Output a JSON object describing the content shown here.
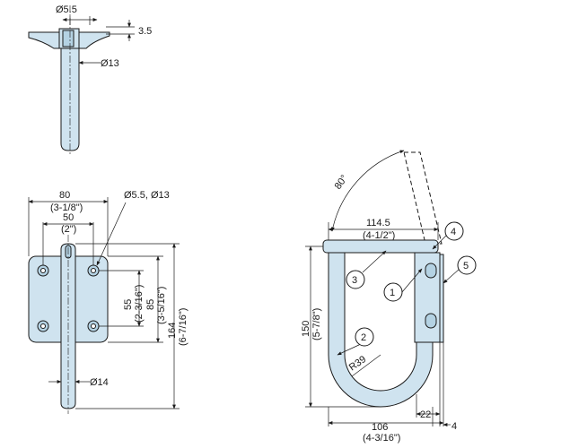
{
  "top_view": {
    "hole_diameter": "Ø5.5",
    "flange_thickness": "3.5",
    "pin_diameter": "Ø13"
  },
  "front_view": {
    "width_mm": "80",
    "width_in": "(3-1/8\")",
    "hole_pitch_mm": "50",
    "hole_pitch_in": "(2\")",
    "hole_spec": "Ø5.5,  Ø13",
    "vert_pitch_mm": "55",
    "vert_pitch_in": "(2-3/16\")",
    "plate_height_mm": "85",
    "plate_height_in": "(3-5/16\")",
    "total_height_mm": "164",
    "total_height_in": "(6-7/16\")",
    "rod_diameter": "Ø14"
  },
  "side_view": {
    "angle": "80°",
    "length_mm": "114.5",
    "length_in": "(4-1/2\")",
    "height_mm": "150",
    "height_in": "(5-7/8\")",
    "radius": "R39",
    "bottom_width_mm": "106",
    "bottom_width_in": "(4-3/16\")",
    "offset_a": "22",
    "offset_b": "4",
    "callouts": [
      "1",
      "2",
      "3",
      "4",
      "5"
    ]
  }
}
